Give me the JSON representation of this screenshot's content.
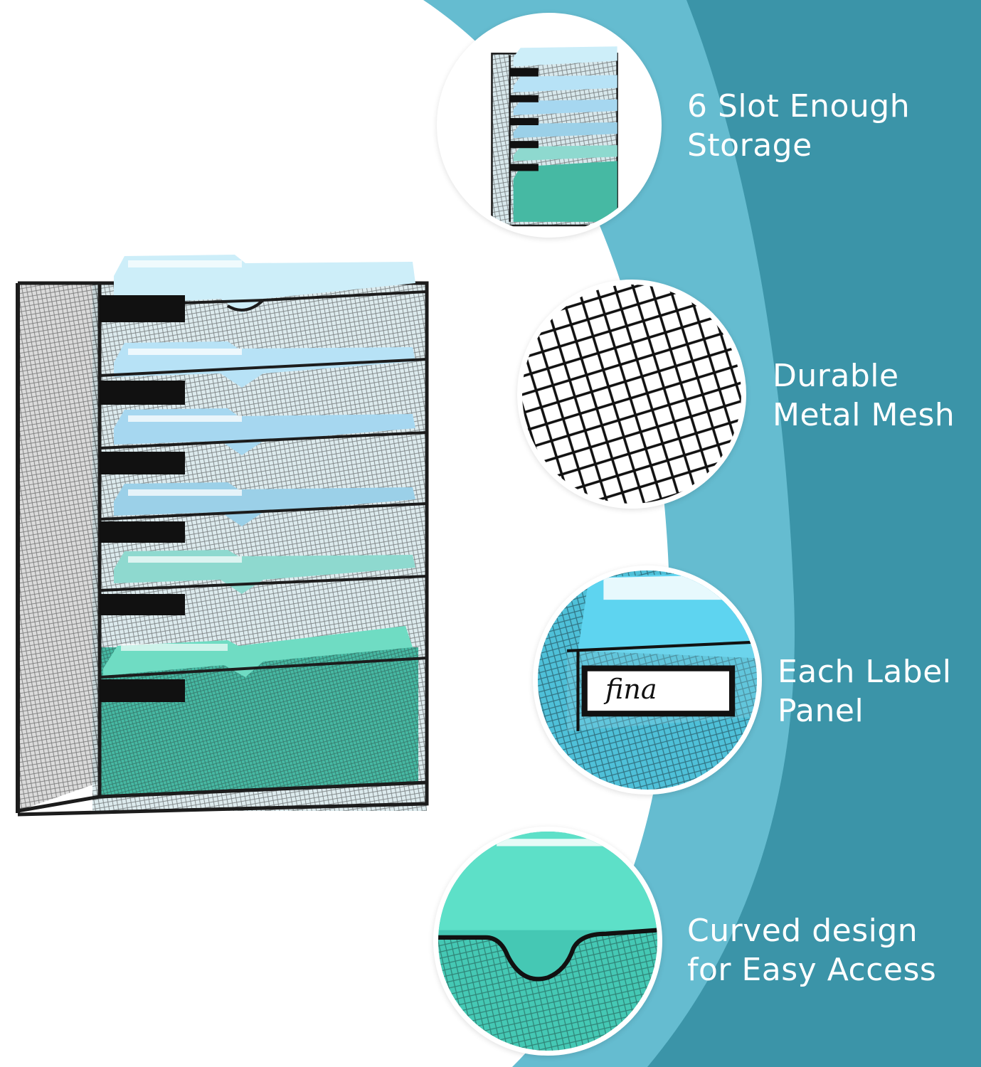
{
  "colors": {
    "light_band": "#65bcd0",
    "dark_band": "#3b94a8",
    "text": "#ffffff",
    "frame": "#1c1c1c"
  },
  "features": [
    {
      "line1": "6 Slot Enough",
      "line2": "Storage",
      "image": "organizer-overview"
    },
    {
      "line1": "Durable",
      "line2": "Metal Mesh",
      "image": "metal-mesh-closeup"
    },
    {
      "line1": "Each Label",
      "line2": "Panel",
      "image": "label-panel-closeup"
    },
    {
      "line1": "Curved design",
      "line2": "for Easy Access",
      "image": "curved-edge-closeup"
    }
  ],
  "label_card_text": "fina",
  "product": {
    "slot_count": 6,
    "folder_colors": [
      "#cdeef9",
      "#b7e2f6",
      "#a6d7f0",
      "#9bd0e8",
      "#8ed9cf",
      "#6fdcc3"
    ]
  }
}
